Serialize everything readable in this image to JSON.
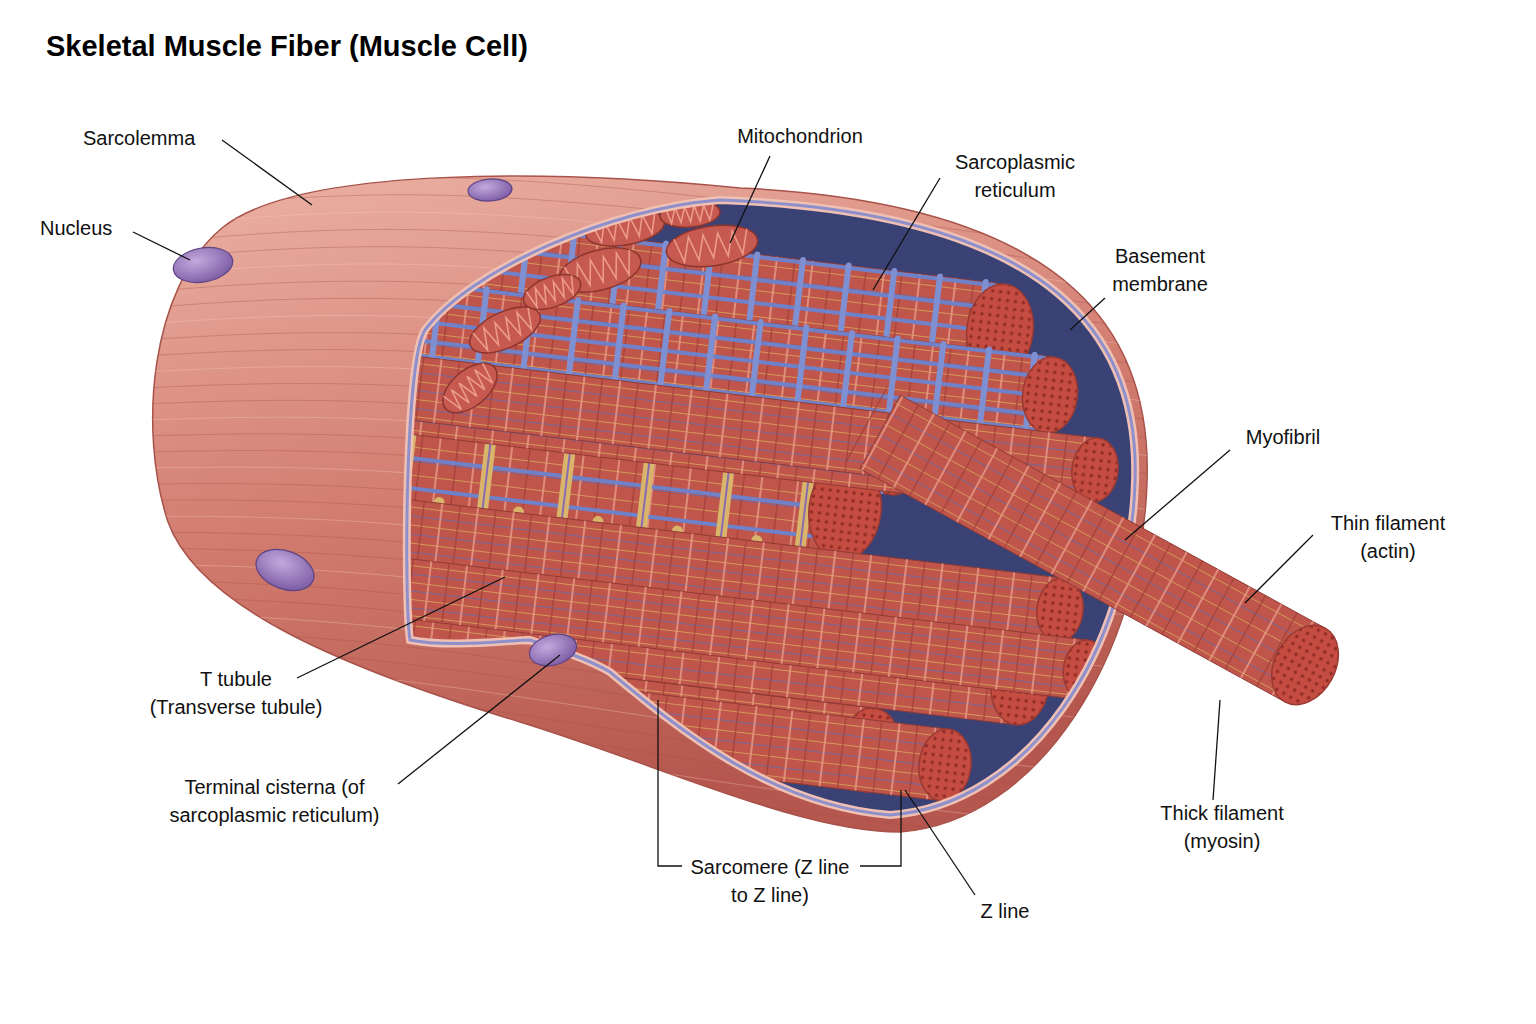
{
  "diagram": {
    "title": "Skeletal Muscle Fiber (Muscle Cell)",
    "labels": [
      "Sarcolemma",
      "Nucleus",
      "Mitochondrion",
      "Sarcoplasmic reticulum",
      "Basement membrane",
      "Myofibril",
      "Thin filament (actin)",
      "T tubule (Transverse tubule)",
      "Terminal cisterna (of sarcoplasmic reticulum)",
      "Sarcomere (Z line to Z line)",
      "Z line",
      "Thick filament (myosin)"
    ]
  }
}
